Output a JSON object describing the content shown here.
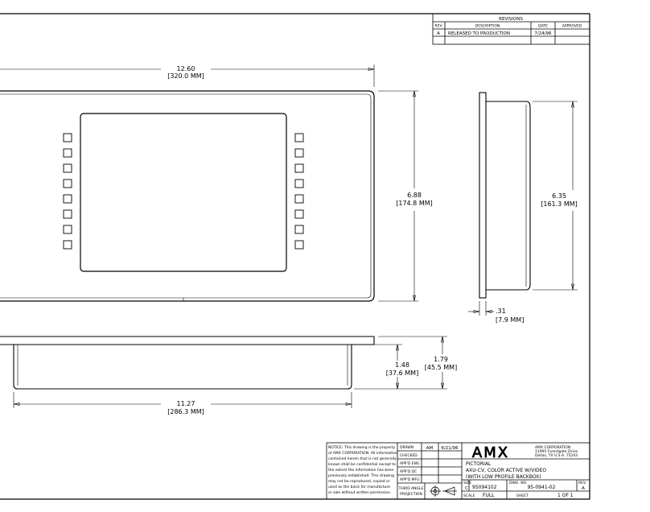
{
  "revisions": {
    "title": "REVISIONS",
    "headers": {
      "rev": "REV",
      "description": "DESCRIPTION",
      "date": "DATE",
      "approved": "APPROVED"
    },
    "rows": [
      {
        "rev": "A",
        "description": "RELEASED TO PRODUCTION",
        "date": "7/24/96",
        "approved": ""
      }
    ]
  },
  "dimensions": {
    "overall_width": "12.60",
    "overall_width_mm": "[320.0 MM]",
    "height": "6.88",
    "height_mm": "[174.8 MM]",
    "side_height": "6.35",
    "side_height_mm": "[161.3 MM]",
    "side_lip": ".31",
    "side_lip_mm": "[7.9 MM]",
    "depth_box": "1.48",
    "depth_box_mm": "[37.6 MM]",
    "depth_total": "1.79",
    "depth_total_mm": "[45.5 MM]",
    "backbox_width": "11.27",
    "backbox_width_mm": "[286.3 MM]"
  },
  "title_block": {
    "notice_lines": [
      "NOTICE: This drawing is the property",
      "of AMX CORPORATION. All information",
      "contained herein that is not generally",
      "known shall be confidential except to",
      "the extent the information has been",
      "previously established. This drawing",
      "may not be reproduced, copied or",
      "used as the basis for manufacture",
      "or sale without written permission."
    ],
    "labels": {
      "drawn": "DRAWN",
      "checked": "CHECKED",
      "appd_eng": "APP'D ENG",
      "appd_qc": "APP'D QC",
      "appd_mfg": "APP'D MFG",
      "third_angle_1": "THIRD ANGLE",
      "third_angle_2": "PROJECTION",
      "size": "SIZE",
      "dwg_no": "DWG. NO.",
      "rev": "REV.",
      "scale": "SCALE",
      "sheet": "SHEET"
    },
    "drawn_by": "AM",
    "drawn_date": "6/21/96",
    "logo": "AMX",
    "company_lines": [
      "AMX CORPORATION",
      "11995 Forestgate Drive",
      "Dallas, TX U.S.A. 75243"
    ],
    "title_lines": [
      "PICTORIAL",
      "AXU-CV, COLOR ACTIVE W/VIDEO",
      "(WITH LOW PROFILE BACKBOX)"
    ],
    "size": "C",
    "part_no": "95094102",
    "dwg_no": "95-0941-02",
    "rev": "A",
    "scale": "FULL",
    "sheet": "1 OF 1"
  }
}
